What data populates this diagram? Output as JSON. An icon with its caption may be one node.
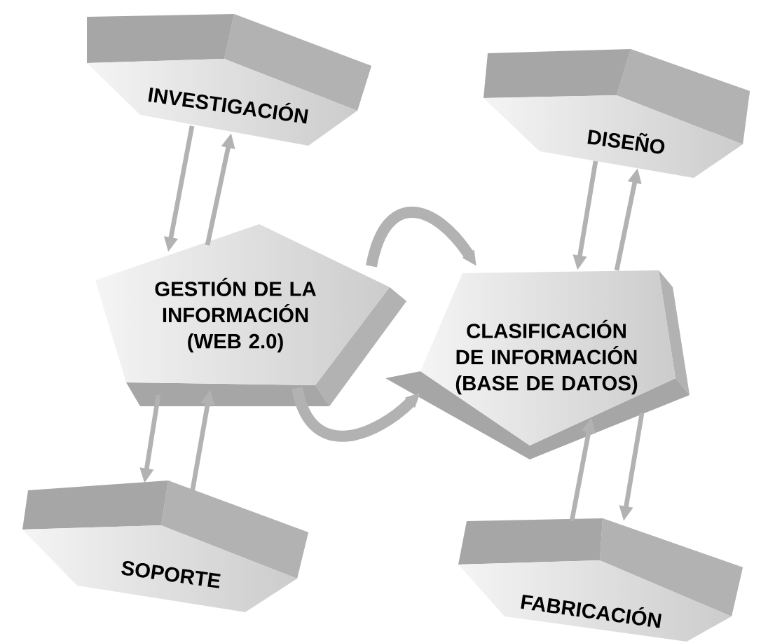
{
  "diagram": {
    "nodes": [
      {
        "text": [
          "INVESTIGACIÓN"
        ]
      },
      {
        "text": [
          "DISEÑO"
        ]
      },
      {
        "text": [
          "GESTIÓN DE LA INFORMACIÓN (WEB 2.0)"
        ]
      },
      {
        "text": [
          "CLASIFICACIÓN DE INFORMACIÓN (BASE DE DATOS)"
        ]
      },
      {
        "text": [
          "SOPORTE"
        ]
      },
      {
        "text": [
          "FABRICACIÓN"
        ]
      }
    ],
    "edges": [
      {
        "from": 0,
        "to": 2,
        "arrow": "to"
      },
      {
        "from": 2,
        "to": 0,
        "arrow": "to"
      },
      {
        "from": 1,
        "to": 3,
        "arrow": "to"
      },
      {
        "from": 3,
        "to": 1,
        "arrow": "to"
      },
      {
        "from": 2,
        "to": 3,
        "arrow": "to",
        "style": "thick"
      },
      {
        "from": 2,
        "to": 3,
        "arrow": "to",
        "style": "thick"
      },
      {
        "from": 2,
        "to": 4,
        "arrow": "to"
      },
      {
        "from": 4,
        "to": 2,
        "arrow": "to"
      },
      {
        "from": 5,
        "to": 3,
        "arrow": "to"
      },
      {
        "from": 3,
        "to": 5,
        "arrow": "to"
      }
    ]
  }
}
